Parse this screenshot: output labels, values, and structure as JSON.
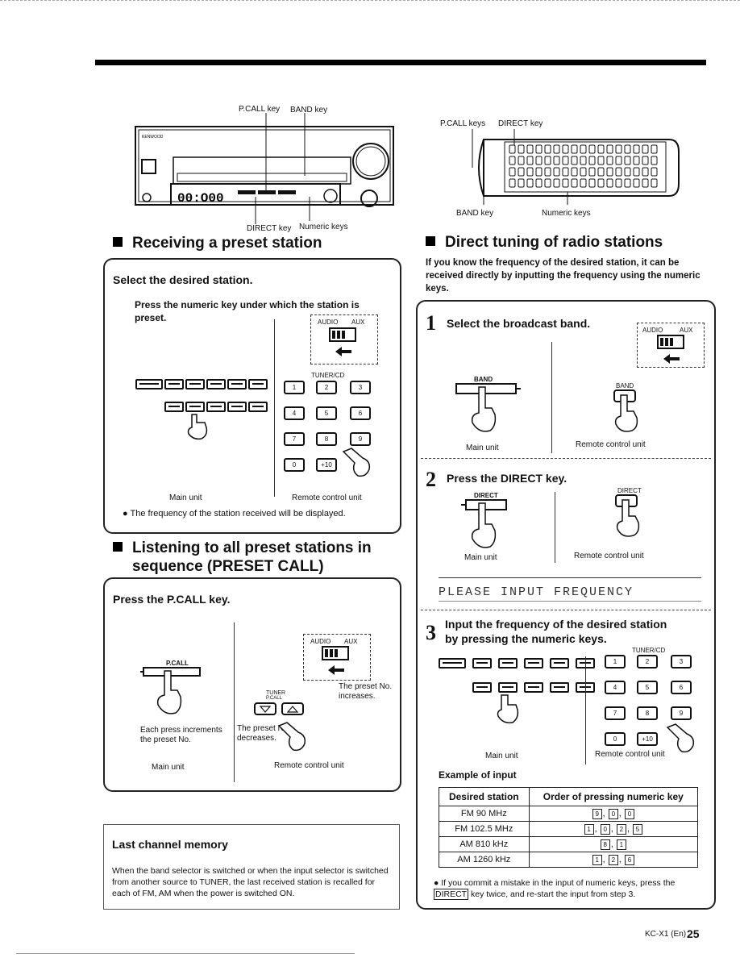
{
  "diagram_main": {
    "label_pcall": "P.CALL key",
    "label_band": "BAND key",
    "label_direct": "DIRECT key",
    "label_numeric": "Numeric keys",
    "brand": "KENWOOD"
  },
  "diagram_remote": {
    "label_pcall": "P.CALL keys",
    "label_direct": "DIRECT key",
    "label_band": "BAND key",
    "label_numeric": "Numeric keys"
  },
  "receiving": {
    "heading": "Receiving a preset station",
    "step": "Select the desired station.",
    "instruction": "Press the numeric key under which the station is preset.",
    "audio": "AUDIO",
    "aux": "AUX",
    "tuner_cd": "TUNER/CD",
    "keys": [
      "1",
      "2",
      "3",
      "4",
      "5",
      "6",
      "7",
      "8",
      "9",
      "0",
      "+10"
    ],
    "main_unit": "Main unit",
    "remote_unit": "Remote control unit",
    "note": "The frequency of the station received will be displayed."
  },
  "listening": {
    "heading_line1": "Listening to all preset stations in",
    "heading_line2": "sequence (PRESET CALL)",
    "step": "Press the P.CALL key.",
    "pcall": "P.CALL",
    "audio": "AUDIO",
    "aux": "AUX",
    "tuner": "TUNER",
    "pcall_small": "P.CALL",
    "increase": "The preset No. increases.",
    "decrease": "The preset No. decreases.",
    "each_press": "Each press increments the preset No.",
    "main_unit": "Main unit",
    "remote_unit": "Remote control unit"
  },
  "memory": {
    "title": "Last channel memory",
    "text": "When the band selector is switched or when the input selector is switched from another source to TUNER, the last received station is recalled for each of FM, AM when the power is switched ON."
  },
  "direct": {
    "heading": "Direct tuning of radio stations",
    "intro": "If you know the frequency of the desired station, it can be received directly by inputting the frequency using the numeric keys.",
    "step1_num": "1",
    "step1": "Select the broadcast band.",
    "audio": "AUDIO",
    "aux": "AUX",
    "band": "BAND",
    "main_unit": "Main unit",
    "remote_unit": "Remote control unit",
    "step2_num": "2",
    "step2": "Press the DIRECT key.",
    "direct": "DIRECT",
    "display_text": "PLEASE INPUT FREQUENCY",
    "step3_num": "3",
    "step3_line1": "Input the frequency of the desired station",
    "step3_line2": "by pressing the numeric keys.",
    "tuner_cd": "TUNER/CD",
    "keys": [
      "1",
      "2",
      "3",
      "4",
      "5",
      "6",
      "7",
      "8",
      "9",
      "0",
      "+10"
    ],
    "example_title": "Example of input",
    "table_headers": [
      "Desired station",
      "Order of pressing numeric key"
    ],
    "table_rows": [
      {
        "station": "FM 90 MHz",
        "keys": [
          "9",
          "0",
          "0"
        ]
      },
      {
        "station": "FM 102.5 MHz",
        "keys": [
          "1",
          "0",
          "2",
          "5"
        ]
      },
      {
        "station": "AM 810 kHz",
        "keys": [
          "8",
          "1"
        ]
      },
      {
        "station": "AM 1260 kHz",
        "keys": [
          "1",
          "2",
          "6"
        ]
      }
    ],
    "note_pre": "If you commit a mistake in the input of numeric keys, press the",
    "note_key": "DIRECT",
    "note_post": "key twice, and re-start the input from step 3."
  },
  "footer": {
    "model": "KC-X1 (En)",
    "page": "25"
  }
}
